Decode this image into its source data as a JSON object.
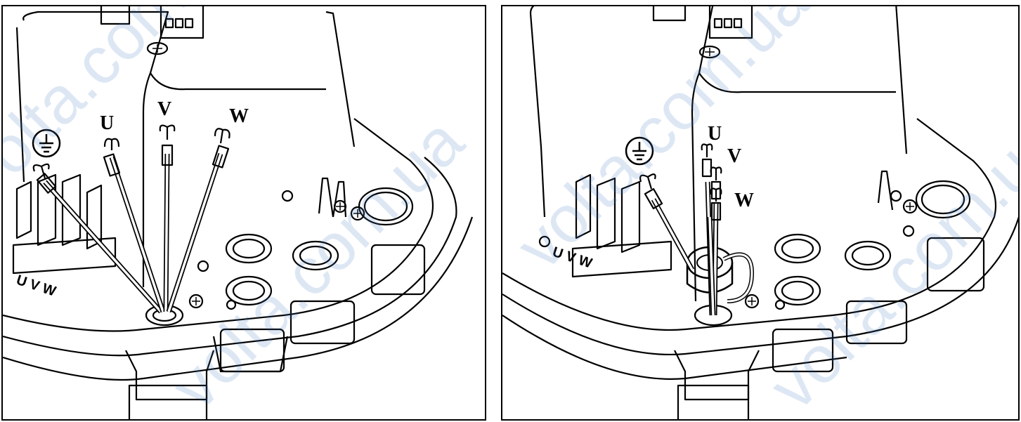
{
  "diagram": {
    "panels": [
      {
        "id": "before-ferrite",
        "phase_labels": [
          "U",
          "V",
          "W"
        ],
        "terminal_strip_text": "U V W"
      },
      {
        "id": "with-ferrite-core",
        "phase_labels": [
          "U",
          "V",
          "W"
        ],
        "terminal_strip_text": "U V W"
      }
    ],
    "watermark_text": "volta.com.ua",
    "colors": {
      "line": "#000000",
      "background": "#ffffff",
      "watermark": "#4a7fc8"
    }
  }
}
